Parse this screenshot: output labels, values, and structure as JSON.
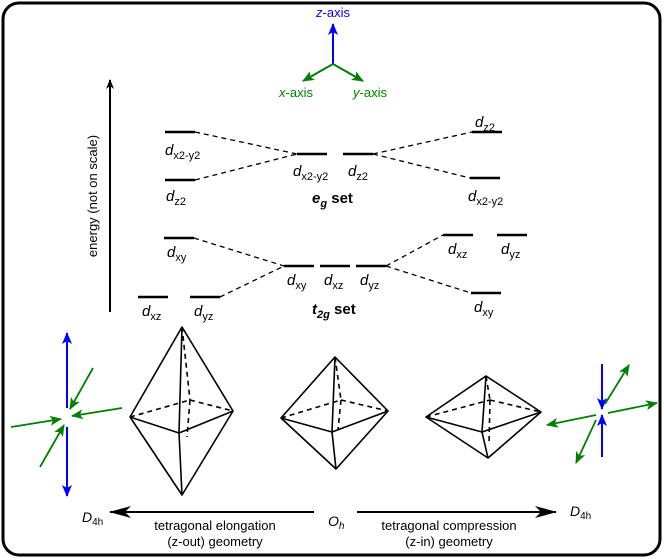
{
  "axes_legend": {
    "z_axis": "z-axis",
    "x_axis": "x-axis",
    "y_axis": "y-axis",
    "z_color": "#0000ff",
    "xy_color": "#008000"
  },
  "energy_axis_label": "energy (not on scale)",
  "orbitals": {
    "d": "d",
    "left_elong": {
      "dx2y2": "x2-y2",
      "dz2": "z2",
      "dxy": "xy",
      "dxz": "xz",
      "dyz": "yz"
    },
    "center": {
      "dx2y2": "x2-y2",
      "dz2": "z2",
      "dxy": "xy",
      "dxz": "xz",
      "dyz": "yz"
    },
    "right_comp": {
      "dz2": "z2",
      "dx2y2": "x2-y2",
      "dxz": "xz",
      "dyz": "yz",
      "dxy": "xy"
    }
  },
  "sets": {
    "eg_main": "e",
    "eg_sub": "g",
    "eg_rest": " set",
    "t2g_main": "t",
    "t2g_sub": "2g",
    "t2g_rest": " set"
  },
  "bottom": {
    "left_symmetry": "D",
    "left_symmetry_sub": "4h",
    "center_symmetry": "O",
    "center_symmetry_sub": "h",
    "right_symmetry": "D",
    "right_symmetry_sub": "4h",
    "left_caption_line1": "tetragonal elongation",
    "left_caption_line2": "(z-out) geometry",
    "right_caption_line1": "tetragonal compression",
    "right_caption_line2": "(z-in) geometry"
  }
}
